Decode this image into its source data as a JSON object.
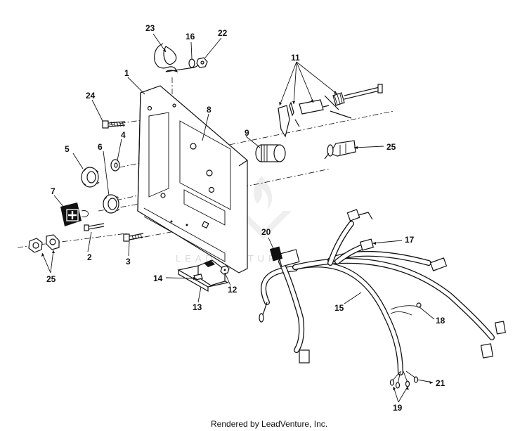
{
  "callouts": {
    "c1": "1",
    "c2": "2",
    "c3": "3",
    "c4": "4",
    "c5": "5",
    "c6": "6",
    "c7": "7",
    "c8": "8",
    "c9": "9",
    "c11": "11",
    "c12": "12",
    "c13": "13",
    "c14": "14",
    "c15": "15",
    "c16": "16",
    "c17": "17",
    "c18": "18",
    "c19": "19",
    "c20": "20",
    "c21": "21",
    "c22": "22",
    "c23": "23",
    "c24": "24",
    "c25a": "25",
    "c25b": "25"
  },
  "footer": "Rendered by LeadVenture, Inc.",
  "watermark": "LEADVENTURE"
}
